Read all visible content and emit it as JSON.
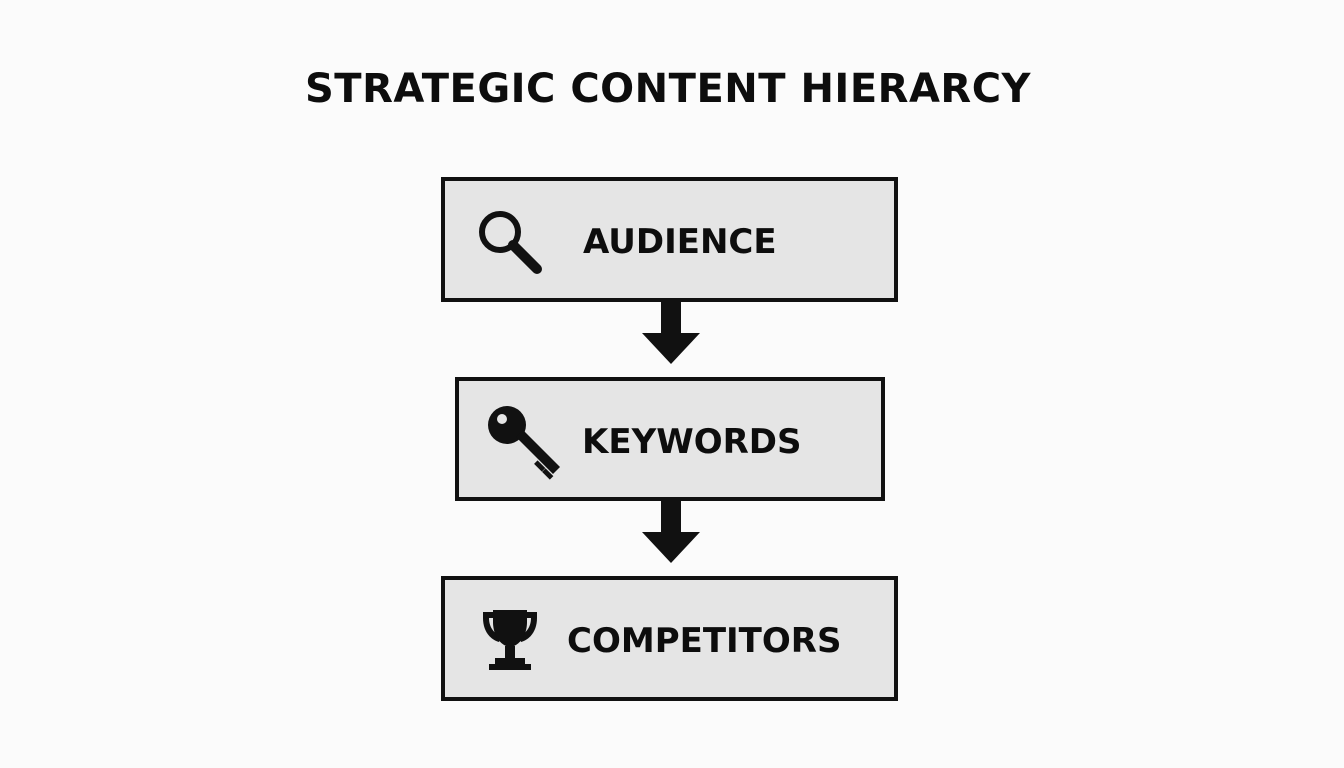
{
  "title": "STRATEGIC CONTENT HIERARCY",
  "steps": [
    {
      "label": "AUDIENCE",
      "icon": "magnifying-glass-icon"
    },
    {
      "label": "KEYWORDS",
      "icon": "key-icon"
    },
    {
      "label": "COMPETITORS",
      "icon": "trophy-icon"
    }
  ],
  "colors": {
    "background": "#fbfbfb",
    "box_fill": "#e5e5e5",
    "stroke": "#111111"
  }
}
